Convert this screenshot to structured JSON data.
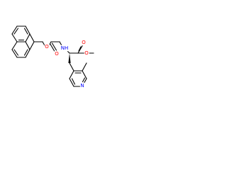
{
  "molecule": {
    "atoms": {
      "nh": {
        "text": "NH",
        "color": "#0000ff"
      },
      "o_carbamate": {
        "text": "O",
        "color": "#ff0000"
      },
      "o_carbamate_carbonyl": {
        "text": "O",
        "color": "#ff0000"
      },
      "o_ester_carbonyl": {
        "text": "O",
        "color": "#ff0000"
      },
      "o_ester": {
        "text": "O",
        "color": "#ff0000"
      },
      "n_pyridine": {
        "text": "N",
        "color": "#0000ff"
      }
    },
    "bond_color": "#000000",
    "stereo_bond": "wedge"
  }
}
